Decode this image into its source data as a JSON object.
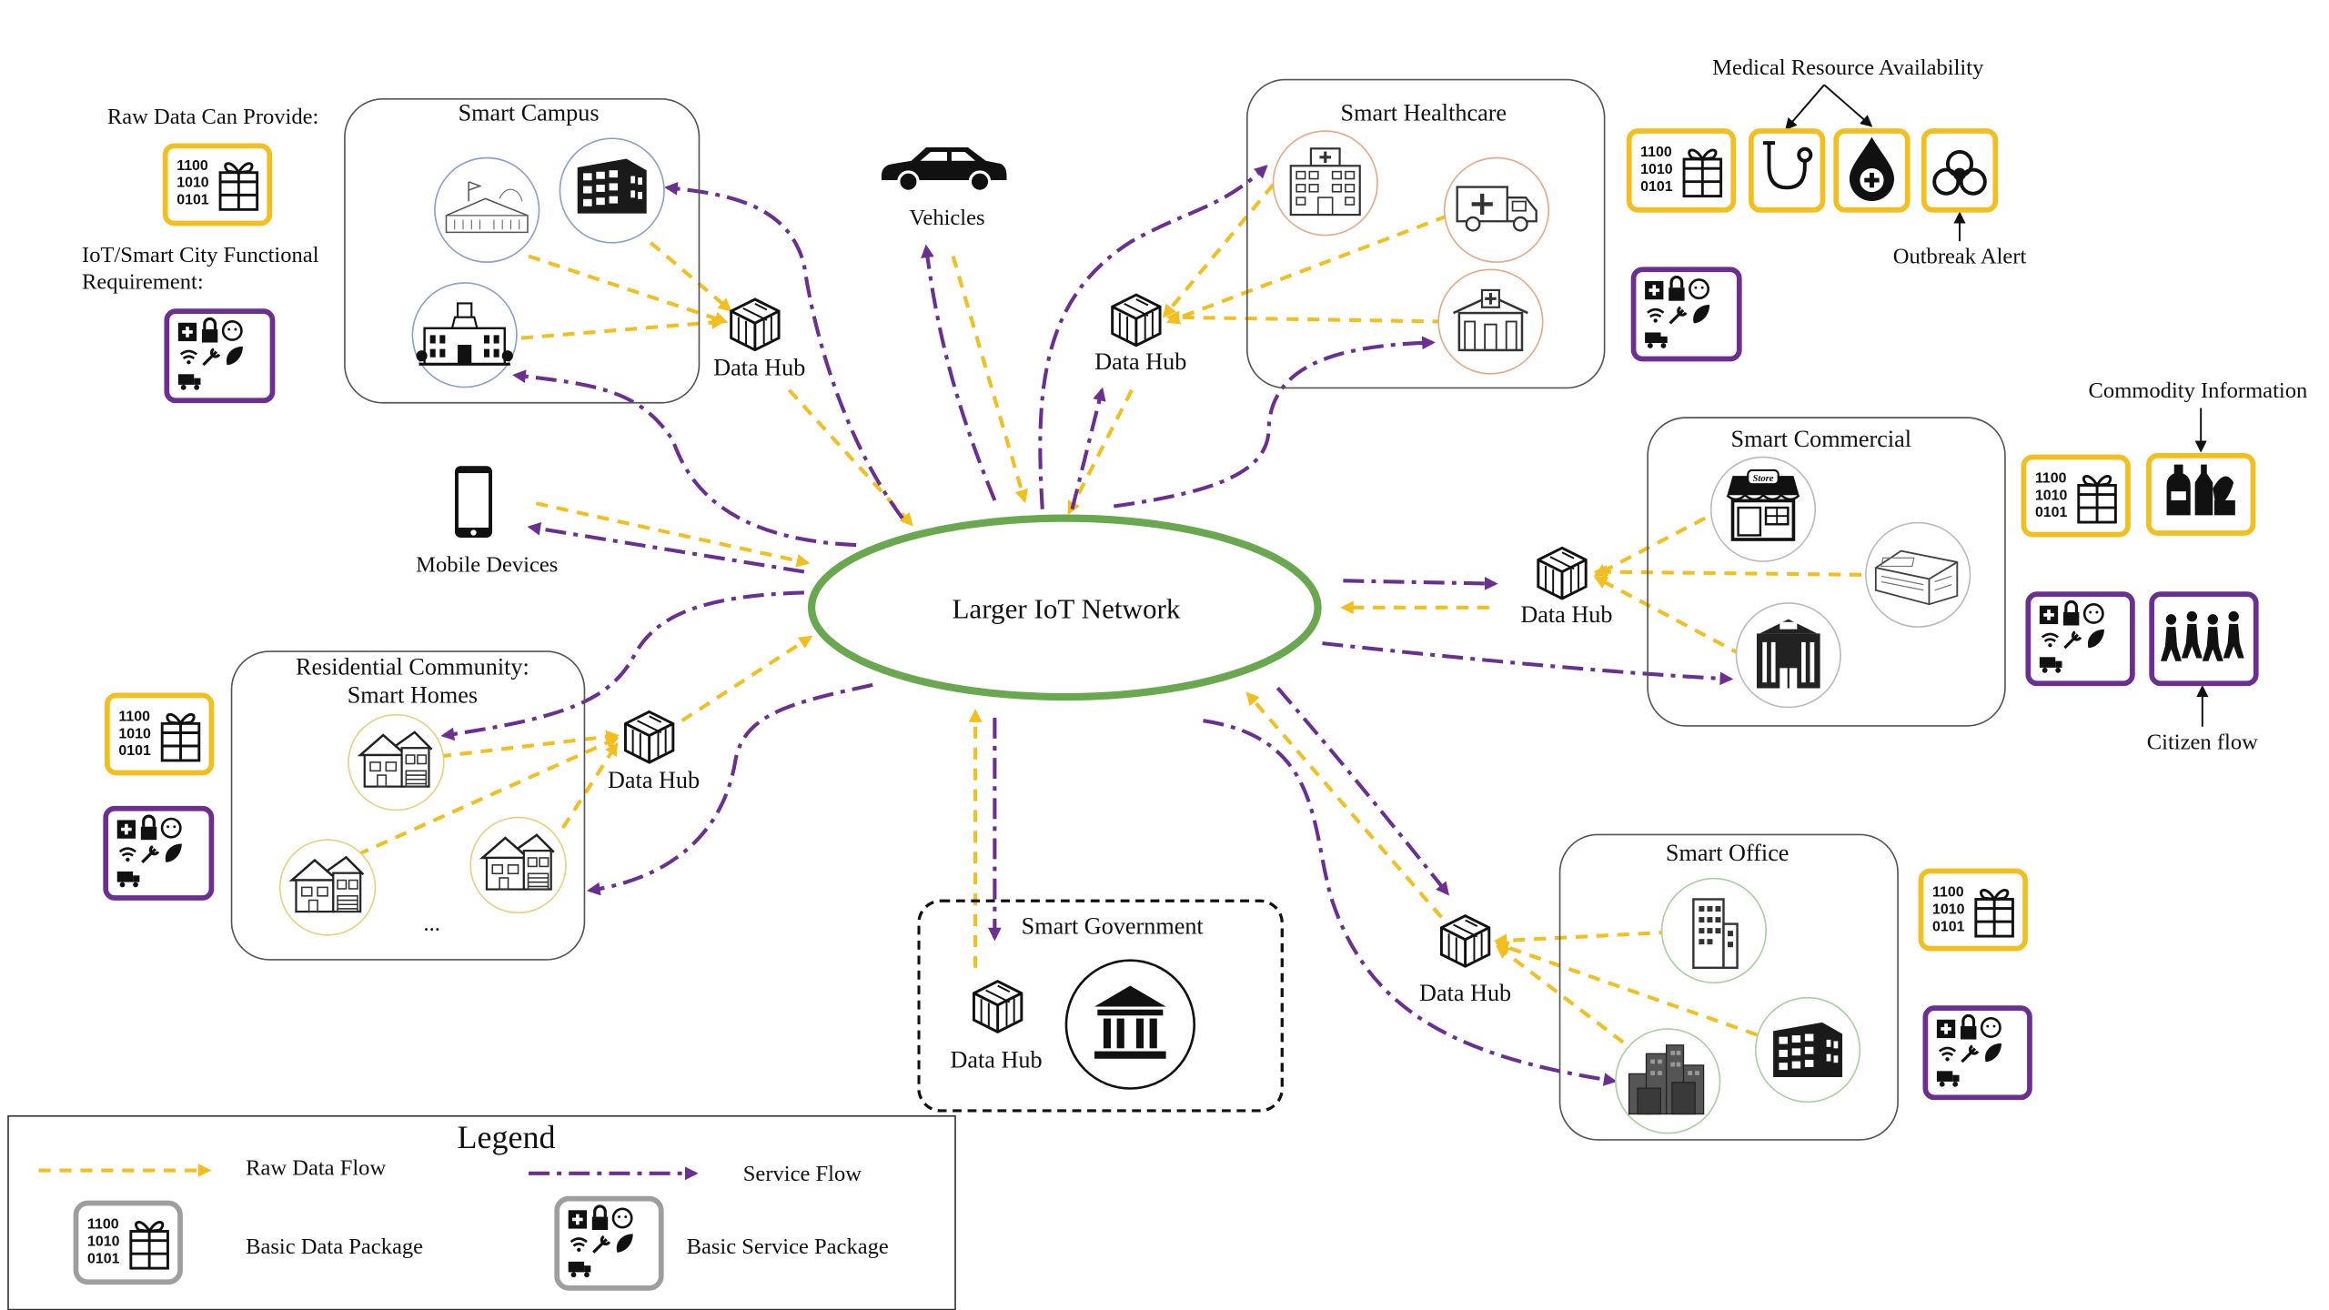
{
  "center": {
    "label": "Larger IoT Network"
  },
  "regions": {
    "campus": "Smart Campus",
    "healthcare": "Smart Healthcare",
    "commercial": "Smart Commercial",
    "residential": "Residential Community:",
    "residential_sub": "Smart Homes",
    "office": "Smart Office",
    "government": "Smart Government"
  },
  "hub_label": "Data Hub",
  "devices": {
    "vehicles": "Vehicles",
    "mobile": "Mobile Devices"
  },
  "ellipsis": "...",
  "annotations": {
    "raw_data": "Raw Data Can Provide:",
    "iot_req_1": "IoT/Smart City Functional",
    "iot_req_2": "Requirement:",
    "medical": "Medical Resource Availability",
    "outbreak": "Outbreak Alert",
    "commodity": "Commodity Information",
    "citizen": "Citizen flow"
  },
  "package_icons": {
    "data": "binary-gift-icon",
    "service": "service-bundle-icon"
  },
  "legend": {
    "title": "Legend",
    "raw_flow": "Raw Data Flow",
    "service_flow": "Service Flow",
    "data_pkg": "Basic Data Package",
    "service_pkg": "Basic Service Package"
  },
  "colors": {
    "raw_flow": "#f2bf1f",
    "service_flow": "#6b2f91",
    "network": "#6aa84f",
    "data_pkg_border": "#f2bf1f",
    "service_pkg_border": "#6b2f91",
    "legend_pkg_border": "#9e9e9e"
  }
}
